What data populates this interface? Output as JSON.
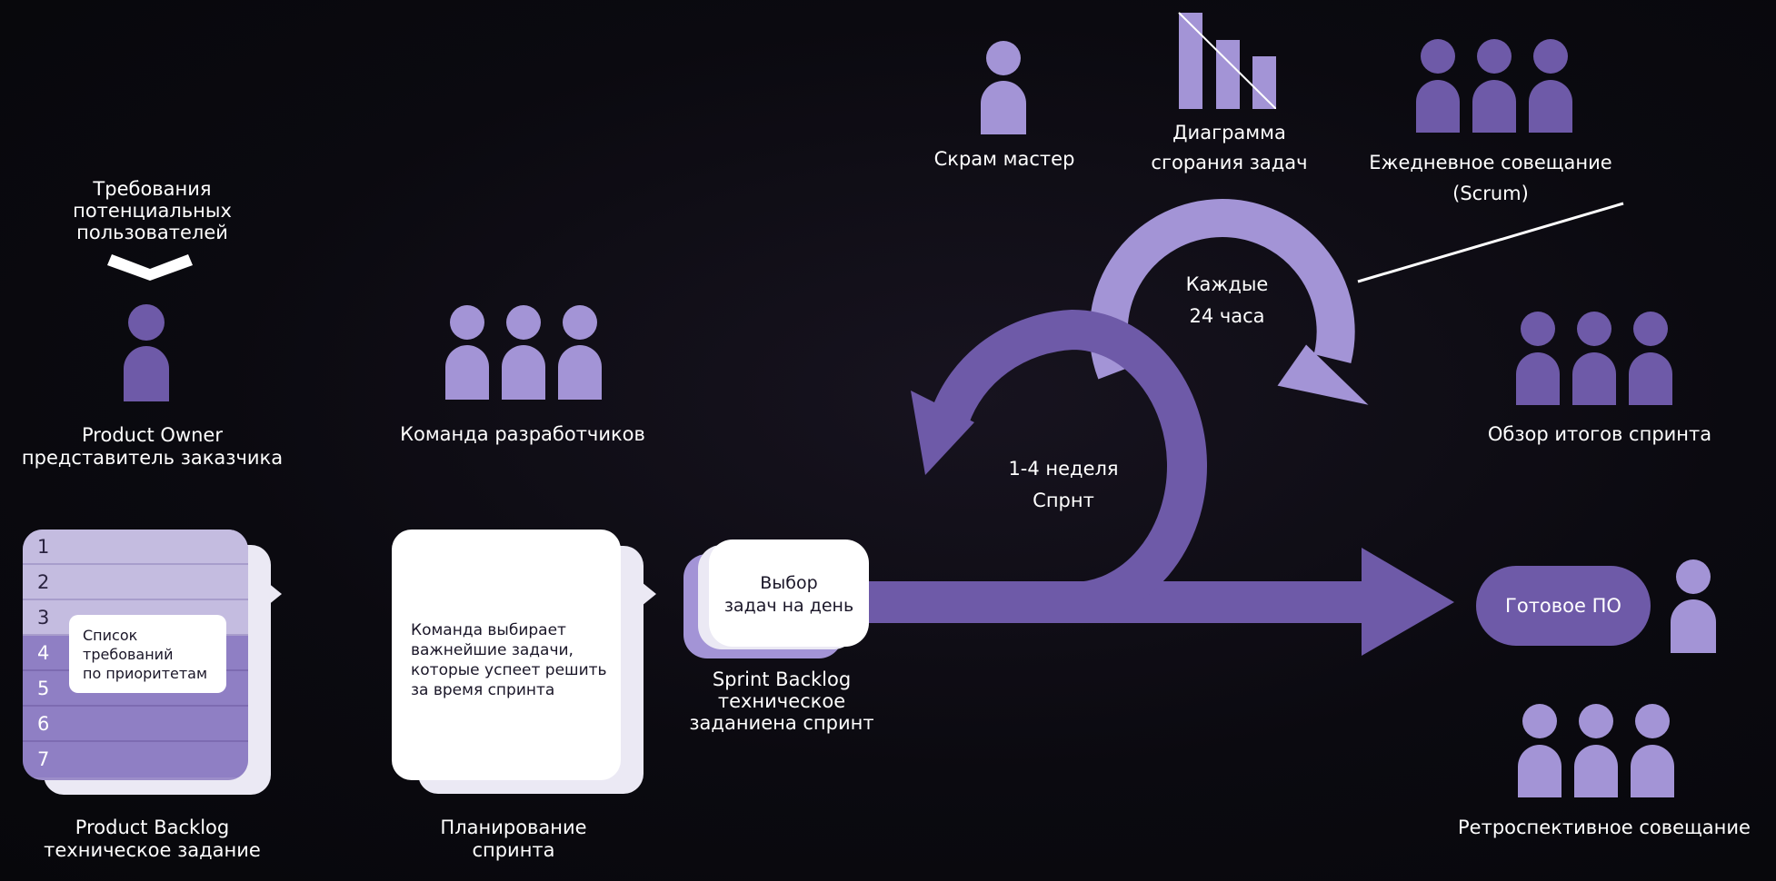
{
  "colors": {
    "background": "#0b0a10",
    "primary_purple": "#6e5aa8",
    "light_purple": "#a394d6",
    "pale_lavender": "#c4bce0",
    "card_white": "#ffffff",
    "text": "#ffffff"
  },
  "requirements": {
    "lines": [
      "Требования",
      "потенциальных",
      "пользователей"
    ]
  },
  "product_owner": {
    "icon": "person-icon",
    "lines": [
      "Product Owner",
      "представитель заказчика"
    ]
  },
  "dev_team": {
    "icon": "group-icon",
    "label": "Команда разработчиков"
  },
  "product_backlog": {
    "rows": [
      "1",
      "2",
      "3",
      "4",
      "5",
      "6",
      "7"
    ],
    "note_lines": [
      "Список",
      "требований",
      "по приоритетам"
    ],
    "lines": [
      "Product Backlog",
      "техническое задание"
    ]
  },
  "sprint_planning": {
    "card_lines": [
      "Команда выбирает",
      "важнейшие задачи,",
      "которые успеет решить",
      "за время спринта"
    ],
    "lines": [
      "Планирование",
      "спринта"
    ]
  },
  "sprint_backlog": {
    "card_lines": [
      "Выбор",
      "задач на день"
    ],
    "lines": [
      "Sprint Backlog",
      "техническое",
      "заданиена спринт"
    ]
  },
  "scrum_master": {
    "icon": "person-icon",
    "label": "Скрам мастер"
  },
  "burndown": {
    "icon": "burndown-chart-icon",
    "lines": [
      "Диаграмма",
      "сгорания задач"
    ]
  },
  "daily_meeting": {
    "icon": "group-icon",
    "lines": [
      "Ежедневное совещание",
      "(Scrum)"
    ]
  },
  "daily_cycle": {
    "lines": [
      "Каждые",
      "24 часа"
    ]
  },
  "sprint_cycle": {
    "lines": [
      "1-4 неделя",
      "Спрнт"
    ]
  },
  "sprint_review": {
    "icon": "group-icon",
    "label": "Обзор итогов спринта"
  },
  "done": {
    "label": "Готовое ПО",
    "icon": "person-icon"
  },
  "retro": {
    "icon": "group-icon",
    "label": "Ретроспективное совещание"
  }
}
